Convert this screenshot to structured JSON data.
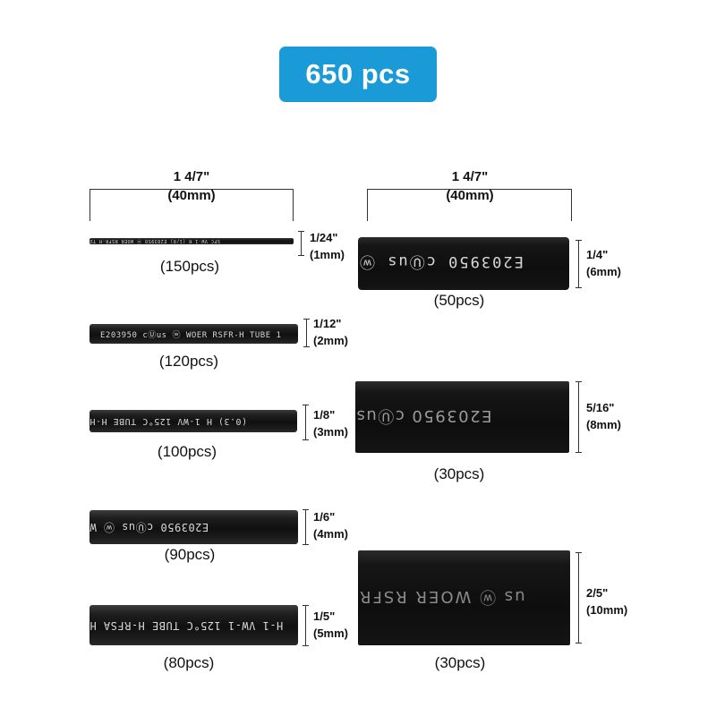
{
  "badge": {
    "text": "650 pcs"
  },
  "columns": {
    "left": {
      "length_in": "1 4/7\"",
      "length_mm": "(40mm)"
    },
    "right": {
      "length_in": "1 4/7\"",
      "length_mm": "(40mm)"
    }
  },
  "tubes": [
    {
      "id": "1mm",
      "size_in": "1/24\"",
      "size_mm": "(1mm)",
      "count": "(150pcs)",
      "print": "SFC VW-1 H (1/0)  E203950  ⓦ WOER RSFR-H TU",
      "rotated": true
    },
    {
      "id": "2mm",
      "size_in": "1/12\"",
      "size_mm": "(2mm)",
      "count": "(120pcs)",
      "print": "E203950 cⓊus ⓦ WOER RSFR-H TUBE 1",
      "rotated": false
    },
    {
      "id": "3mm",
      "size_in": "1/8\"",
      "size_mm": "(3mm)",
      "count": "(100pcs)",
      "print": "(0.3) H 1-WV 125°C TUBE H-H",
      "rotated": true
    },
    {
      "id": "4mm",
      "size_in": "1/6\"",
      "size_mm": "(4mm)",
      "count": "(90pcs)",
      "print": "E203950 cⓊus ⓦ W",
      "rotated": true
    },
    {
      "id": "5mm",
      "size_in": "1/5\"",
      "size_mm": "(5mm)",
      "count": "(80pcs)",
      "print": "H-1 VW-1 125°C TUBE H-RFSA H",
      "rotated": true
    },
    {
      "id": "6mm",
      "size_in": "1/4\"",
      "size_mm": "(6mm)",
      "count": "(50pcs)",
      "print": "E203950 cⓊus ⓦ",
      "rotated": true
    },
    {
      "id": "8mm",
      "size_in": "5/16\"",
      "size_mm": "(8mm)",
      "count": "(30pcs)",
      "print": "E203950 cⓊus",
      "rotated": true
    },
    {
      "id": "10mm",
      "size_in": "2/5\"",
      "size_mm": "(10mm)",
      "count": "(30pcs)",
      "print": "us ⓦ WOER RSFR",
      "rotated": true
    }
  ],
  "colors": {
    "badge": "#1a9ad6",
    "tube": "#151515",
    "print": "#d8d8d8"
  }
}
